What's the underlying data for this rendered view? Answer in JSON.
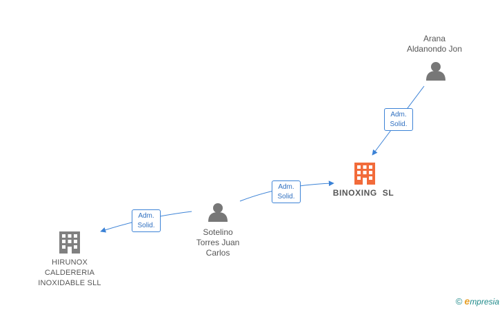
{
  "nodes": {
    "arana": {
      "label": "Arana\nAldanondo Jon",
      "icon": "person-icon"
    },
    "binoxing": {
      "label": "BINOXING  SL",
      "icon": "building-icon",
      "color": "#f26b3a"
    },
    "sotelino": {
      "label": "Sotelino\nTorres Juan\nCarlos",
      "icon": "person-icon"
    },
    "hirunox": {
      "label": "HIRUNOX\nCALDERERIA\nINOXIDABLE SLL",
      "icon": "building-icon",
      "color": "#808080"
    }
  },
  "edges": [
    {
      "from": "arana",
      "to": "binoxing",
      "line1": "Adm.",
      "line2": "Solid."
    },
    {
      "from": "sotelino",
      "to": "binoxing",
      "line1": "Adm.",
      "line2": "Solid."
    },
    {
      "from": "sotelino",
      "to": "hirunox",
      "line1": "Adm.",
      "line2": "Solid."
    }
  ],
  "colors": {
    "edge": "#3b82d6",
    "person": "#777777"
  },
  "brand": {
    "copyright": "©",
    "e": "e",
    "name": "mpresia"
  }
}
